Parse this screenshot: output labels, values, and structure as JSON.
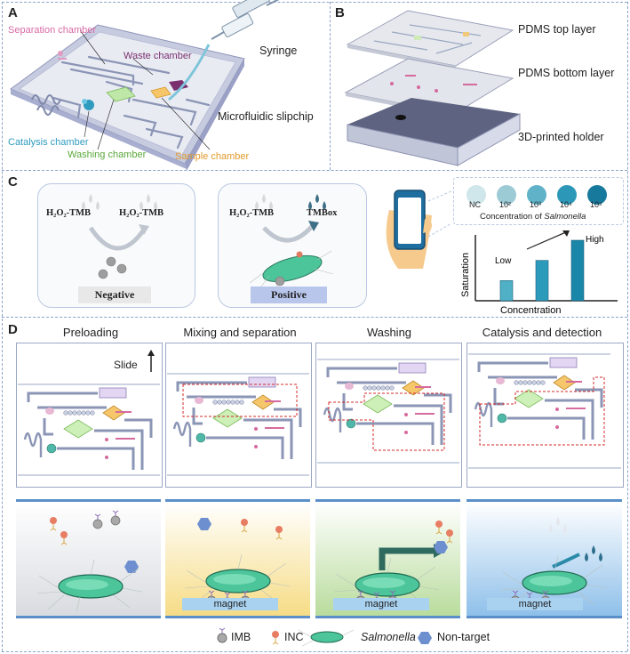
{
  "panel_letters": {
    "a": "A",
    "b": "B",
    "c": "C",
    "d": "D"
  },
  "panel_a": {
    "syringe": "Syringe",
    "separation": "Separation chamber",
    "waste": "Waste chamber",
    "slipchip": "Microfluidic slipchip",
    "catalysis": "Catalysis chamber",
    "washing": "Washing chamber",
    "sample": "Sample chamber",
    "colors": {
      "separation": "#d76aa6",
      "waste": "#7a2f6e",
      "catalysis": "#2f9bbf",
      "washing": "#5aa83a",
      "sample": "#e09a2c"
    }
  },
  "panel_b": {
    "top": "PDMS top layer",
    "bottom": "PDMS bottom layer",
    "holder": "3D-printed holder"
  },
  "panel_c": {
    "reagent": "H",
    "left_in": "H₂O₂-TMB",
    "left_out": "H₂O₂-TMB",
    "right_in": "H₂O₂-TMB",
    "right_out": "TMBox",
    "negative": "Negative",
    "positive": "Positive",
    "swatches": [
      "NC",
      "10²",
      "10³",
      "10⁴",
      "10⁵"
    ],
    "swatch_colors": [
      "#cfe6ea",
      "#9ccbd6",
      "#5fb2c8",
      "#2d97b8",
      "#17799c"
    ],
    "concentration_caption_prefix": "Concentration of ",
    "concentration_caption_italic": "Salmonella"
  },
  "chart_data": {
    "type": "bar",
    "categories": [
      "",
      "",
      ""
    ],
    "values": [
      1,
      2,
      3
    ],
    "xlabel": "Concentration",
    "ylabel": "Saturation",
    "annotations": [
      "Low",
      "High"
    ],
    "colors": [
      "#4fb0c6",
      "#2c9bbb",
      "#1a86a8"
    ]
  },
  "panel_d": {
    "stages": [
      "Preloading",
      "Mixing and separation",
      "Washing",
      "Catalysis and detection"
    ],
    "slide": "Slide",
    "magnet": "magnet",
    "legend": {
      "imb": "IMB",
      "inc": "INC",
      "salmonella": "Salmonella",
      "nontarget": "Non-target"
    }
  }
}
